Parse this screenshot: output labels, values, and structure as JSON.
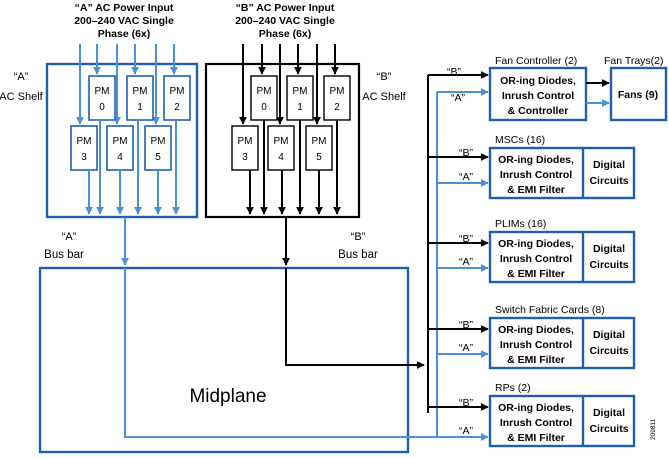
{
  "inputs": {
    "a_title_1": "“A” AC Power Input",
    "a_title_2": "200–240 VAC Single",
    "a_title_3": "Phase (6x)",
    "b_title_1": "“B” AC Power Input",
    "b_title_2": "200–240 VAC Single",
    "b_title_3": "Phase (6x)"
  },
  "shelves": {
    "a_label_1": "“A”",
    "a_label_2": "AC Shelf",
    "b_label_1": "“B”",
    "b_label_2": "AC Shelf",
    "a_modules": [
      {
        "line1": "PM",
        "line2": "0"
      },
      {
        "line1": "PM",
        "line2": "1"
      },
      {
        "line1": "PM",
        "line2": "2"
      },
      {
        "line1": "PM",
        "line2": "3"
      },
      {
        "line1": "PM",
        "line2": "4"
      },
      {
        "line1": "PM",
        "line2": "5"
      }
    ],
    "b_modules": [
      {
        "line1": "PM",
        "line2": "0"
      },
      {
        "line1": "PM",
        "line2": "1"
      },
      {
        "line1": "PM",
        "line2": "2"
      },
      {
        "line1": "PM",
        "line2": "3"
      },
      {
        "line1": "PM",
        "line2": "4"
      },
      {
        "line1": "PM",
        "line2": "5"
      }
    ]
  },
  "busbars": {
    "a_label_1": "“A”",
    "a_label_2": "Bus bar",
    "b_label_1": "“B”",
    "b_label_2": "Bus bar"
  },
  "midplane": {
    "label": "Midplane"
  },
  "feed_labels": {
    "a": "“A”",
    "b": "“B”"
  },
  "units": [
    {
      "title": "Fan Controller (2)",
      "filter_1": "OR-ing Diodes,",
      "filter_2": "Inrush Control",
      "filter_3": "& Controller",
      "target_title": "Fan Trays(2)",
      "target": "Fans (9)"
    },
    {
      "title": "MSCs (16)",
      "filter_1": "OR-ing Diodes,",
      "filter_2": "Inrush Control",
      "filter_3": "& EMI Filter",
      "digital_1": "Digital",
      "digital_2": "Circuits"
    },
    {
      "title": "PLIMs (16)",
      "filter_1": "OR-ing Diodes,",
      "filter_2": "Inrush Control",
      "filter_3": "& EMI Filter",
      "digital_1": "Digital",
      "digital_2": "Circuits"
    },
    {
      "title": "Switch Fabric Cards (8)",
      "filter_1": "OR-ing Diodes,",
      "filter_2": "Inrush Control",
      "filter_3": "& EMI Filter",
      "digital_1": "Digital",
      "digital_2": "Circuits"
    },
    {
      "title": "RPs (2)",
      "filter_1": "OR-ing Diodes,",
      "filter_2": "Inrush Control",
      "filter_3": "& EMI Filter",
      "digital_1": "Digital",
      "digital_2": "Circuits"
    }
  ],
  "figure_id": "209811",
  "colors": {
    "a_feed": "#4a90d9",
    "a_frame": "#1f5fae",
    "b_feed": "#000000"
  }
}
